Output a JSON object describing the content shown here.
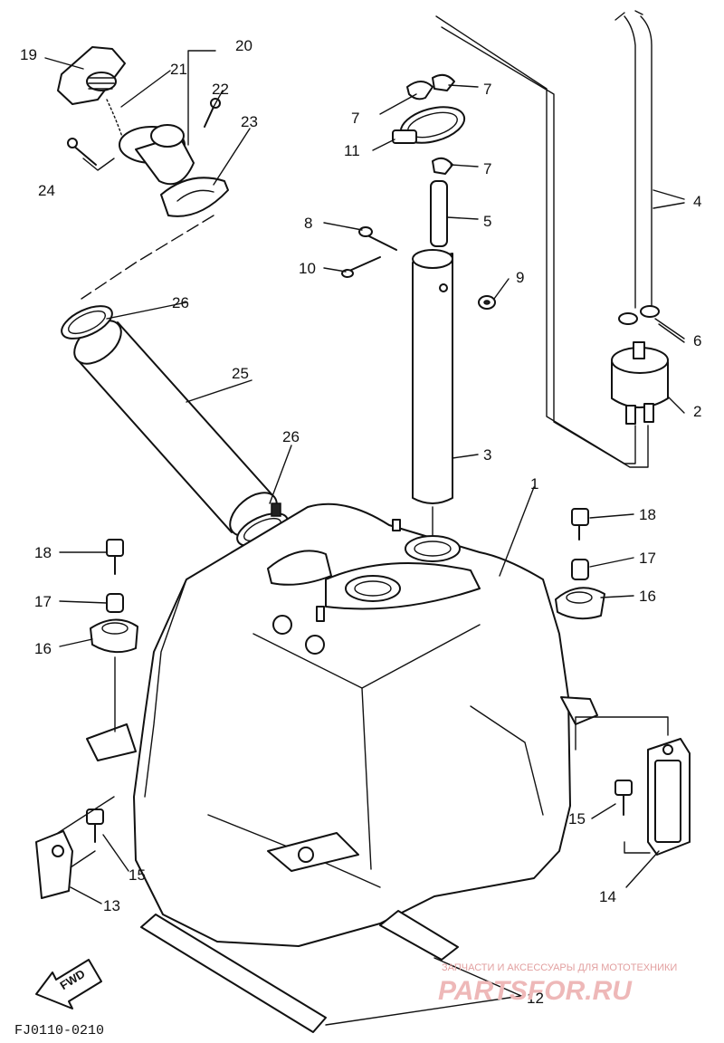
{
  "diagram": {
    "code": "FJ0110-0210",
    "fwd_label": "FWD",
    "watermark_top": "ЗАПЧАСТИ И АКСЕССУАРЫ ДЛЯ МОТОТЕХНИКИ",
    "watermark_brand": "PARTSFOR.RU",
    "callouts": [
      "19",
      "20",
      "21",
      "22",
      "23",
      "24",
      "26",
      "25",
      "26",
      "8",
      "10",
      "7",
      "7",
      "11",
      "7",
      "5",
      "9",
      "3",
      "1",
      "4",
      "6",
      "2",
      "18",
      "17",
      "16",
      "18",
      "17",
      "16",
      "15",
      "13",
      "15",
      "14",
      "12"
    ]
  }
}
